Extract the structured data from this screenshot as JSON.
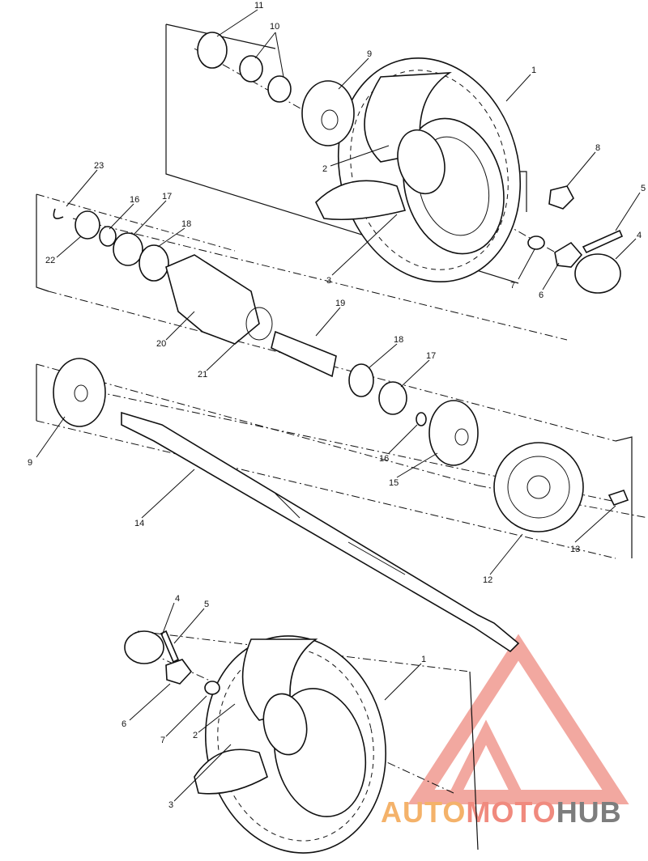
{
  "diagram": {
    "callouts": [
      {
        "id": "c11a",
        "text": "11"
      },
      {
        "id": "c10",
        "text": "10"
      },
      {
        "id": "c9a",
        "text": "9"
      },
      {
        "id": "c1a",
        "text": "1"
      },
      {
        "id": "c8",
        "text": "8"
      },
      {
        "id": "c5a",
        "text": "5"
      },
      {
        "id": "c4a",
        "text": "4"
      },
      {
        "id": "c2a",
        "text": "2"
      },
      {
        "id": "c3a",
        "text": "3"
      },
      {
        "id": "c7a",
        "text": "7"
      },
      {
        "id": "c6a",
        "text": "6"
      },
      {
        "id": "c23",
        "text": "23"
      },
      {
        "id": "c16a",
        "text": "16"
      },
      {
        "id": "c17a",
        "text": "17"
      },
      {
        "id": "c18a",
        "text": "18"
      },
      {
        "id": "c22",
        "text": "22"
      },
      {
        "id": "c19",
        "text": "19"
      },
      {
        "id": "c20",
        "text": "20"
      },
      {
        "id": "c21",
        "text": "21"
      },
      {
        "id": "c18b",
        "text": "18"
      },
      {
        "id": "c17b",
        "text": "17"
      },
      {
        "id": "c9b",
        "text": "9"
      },
      {
        "id": "c16b",
        "text": "16"
      },
      {
        "id": "c15",
        "text": "15"
      },
      {
        "id": "c14",
        "text": "14"
      },
      {
        "id": "c13",
        "text": "13"
      },
      {
        "id": "c12",
        "text": "12"
      },
      {
        "id": "c4b",
        "text": "4"
      },
      {
        "id": "c5b",
        "text": "5"
      },
      {
        "id": "c6b",
        "text": "6"
      },
      {
        "id": "c7b",
        "text": "7"
      },
      {
        "id": "c2b",
        "text": "2"
      },
      {
        "id": "c1b",
        "text": "1"
      },
      {
        "id": "c3b",
        "text": "3"
      }
    ]
  },
  "logo": {
    "text_left": "AUTO",
    "text_mid": "MOTO",
    "text_right": "HUB",
    "color_left": "#f4b26a",
    "color_mid": "#f08a7e",
    "color_right": "#7d7d7d",
    "triangle_color": "#f2a8a0"
  }
}
